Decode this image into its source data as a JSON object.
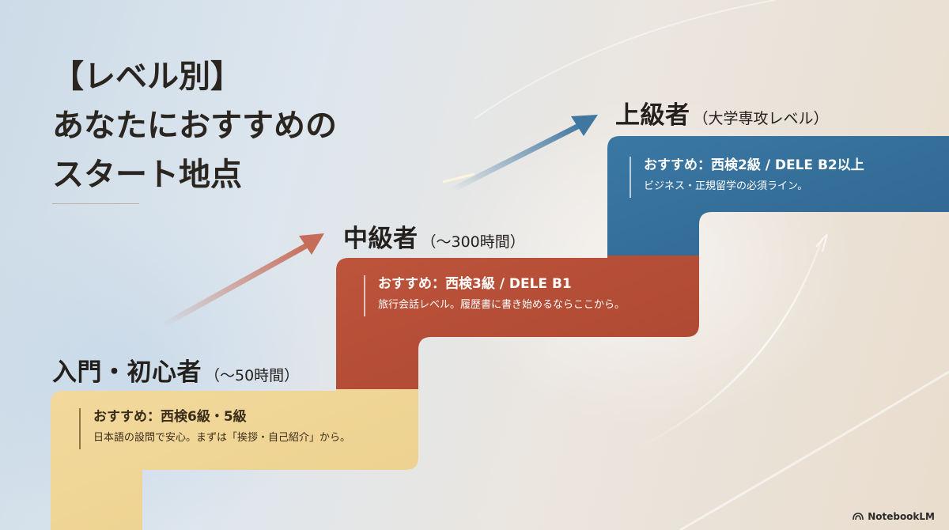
{
  "title": {
    "line1": "【レベル別】",
    "line2": "あなたにおすすめの",
    "line3": "スタート地点"
  },
  "levels": [
    {
      "name": "入門・初心者",
      "sub": "（〜50時間）",
      "recommend": "おすすめ：西検6級・5級",
      "description": "日本語の設問で安心。まずは「挨拶・自己紹介」から。",
      "color": "#f0d597"
    },
    {
      "name": "中級者",
      "sub": "（〜300時間）",
      "recommend": "おすすめ：西検3級 / DELE B1",
      "description": "旅行会話レベル。履歴書に書き始めるならここから。",
      "color": "#b84f38"
    },
    {
      "name": "上級者",
      "sub": "（大学専攻レベル）",
      "recommend": "おすすめ：西検2級 / DELE B2以上",
      "description": "ビジネス・正規留学の必須ライン。",
      "color": "#346f99"
    }
  ],
  "arrows": {
    "first_color": "#c56d58",
    "second_color": "#3f77a0"
  },
  "brand": {
    "label": "NotebookLM",
    "icon": "notebooklm-logo-icon"
  }
}
